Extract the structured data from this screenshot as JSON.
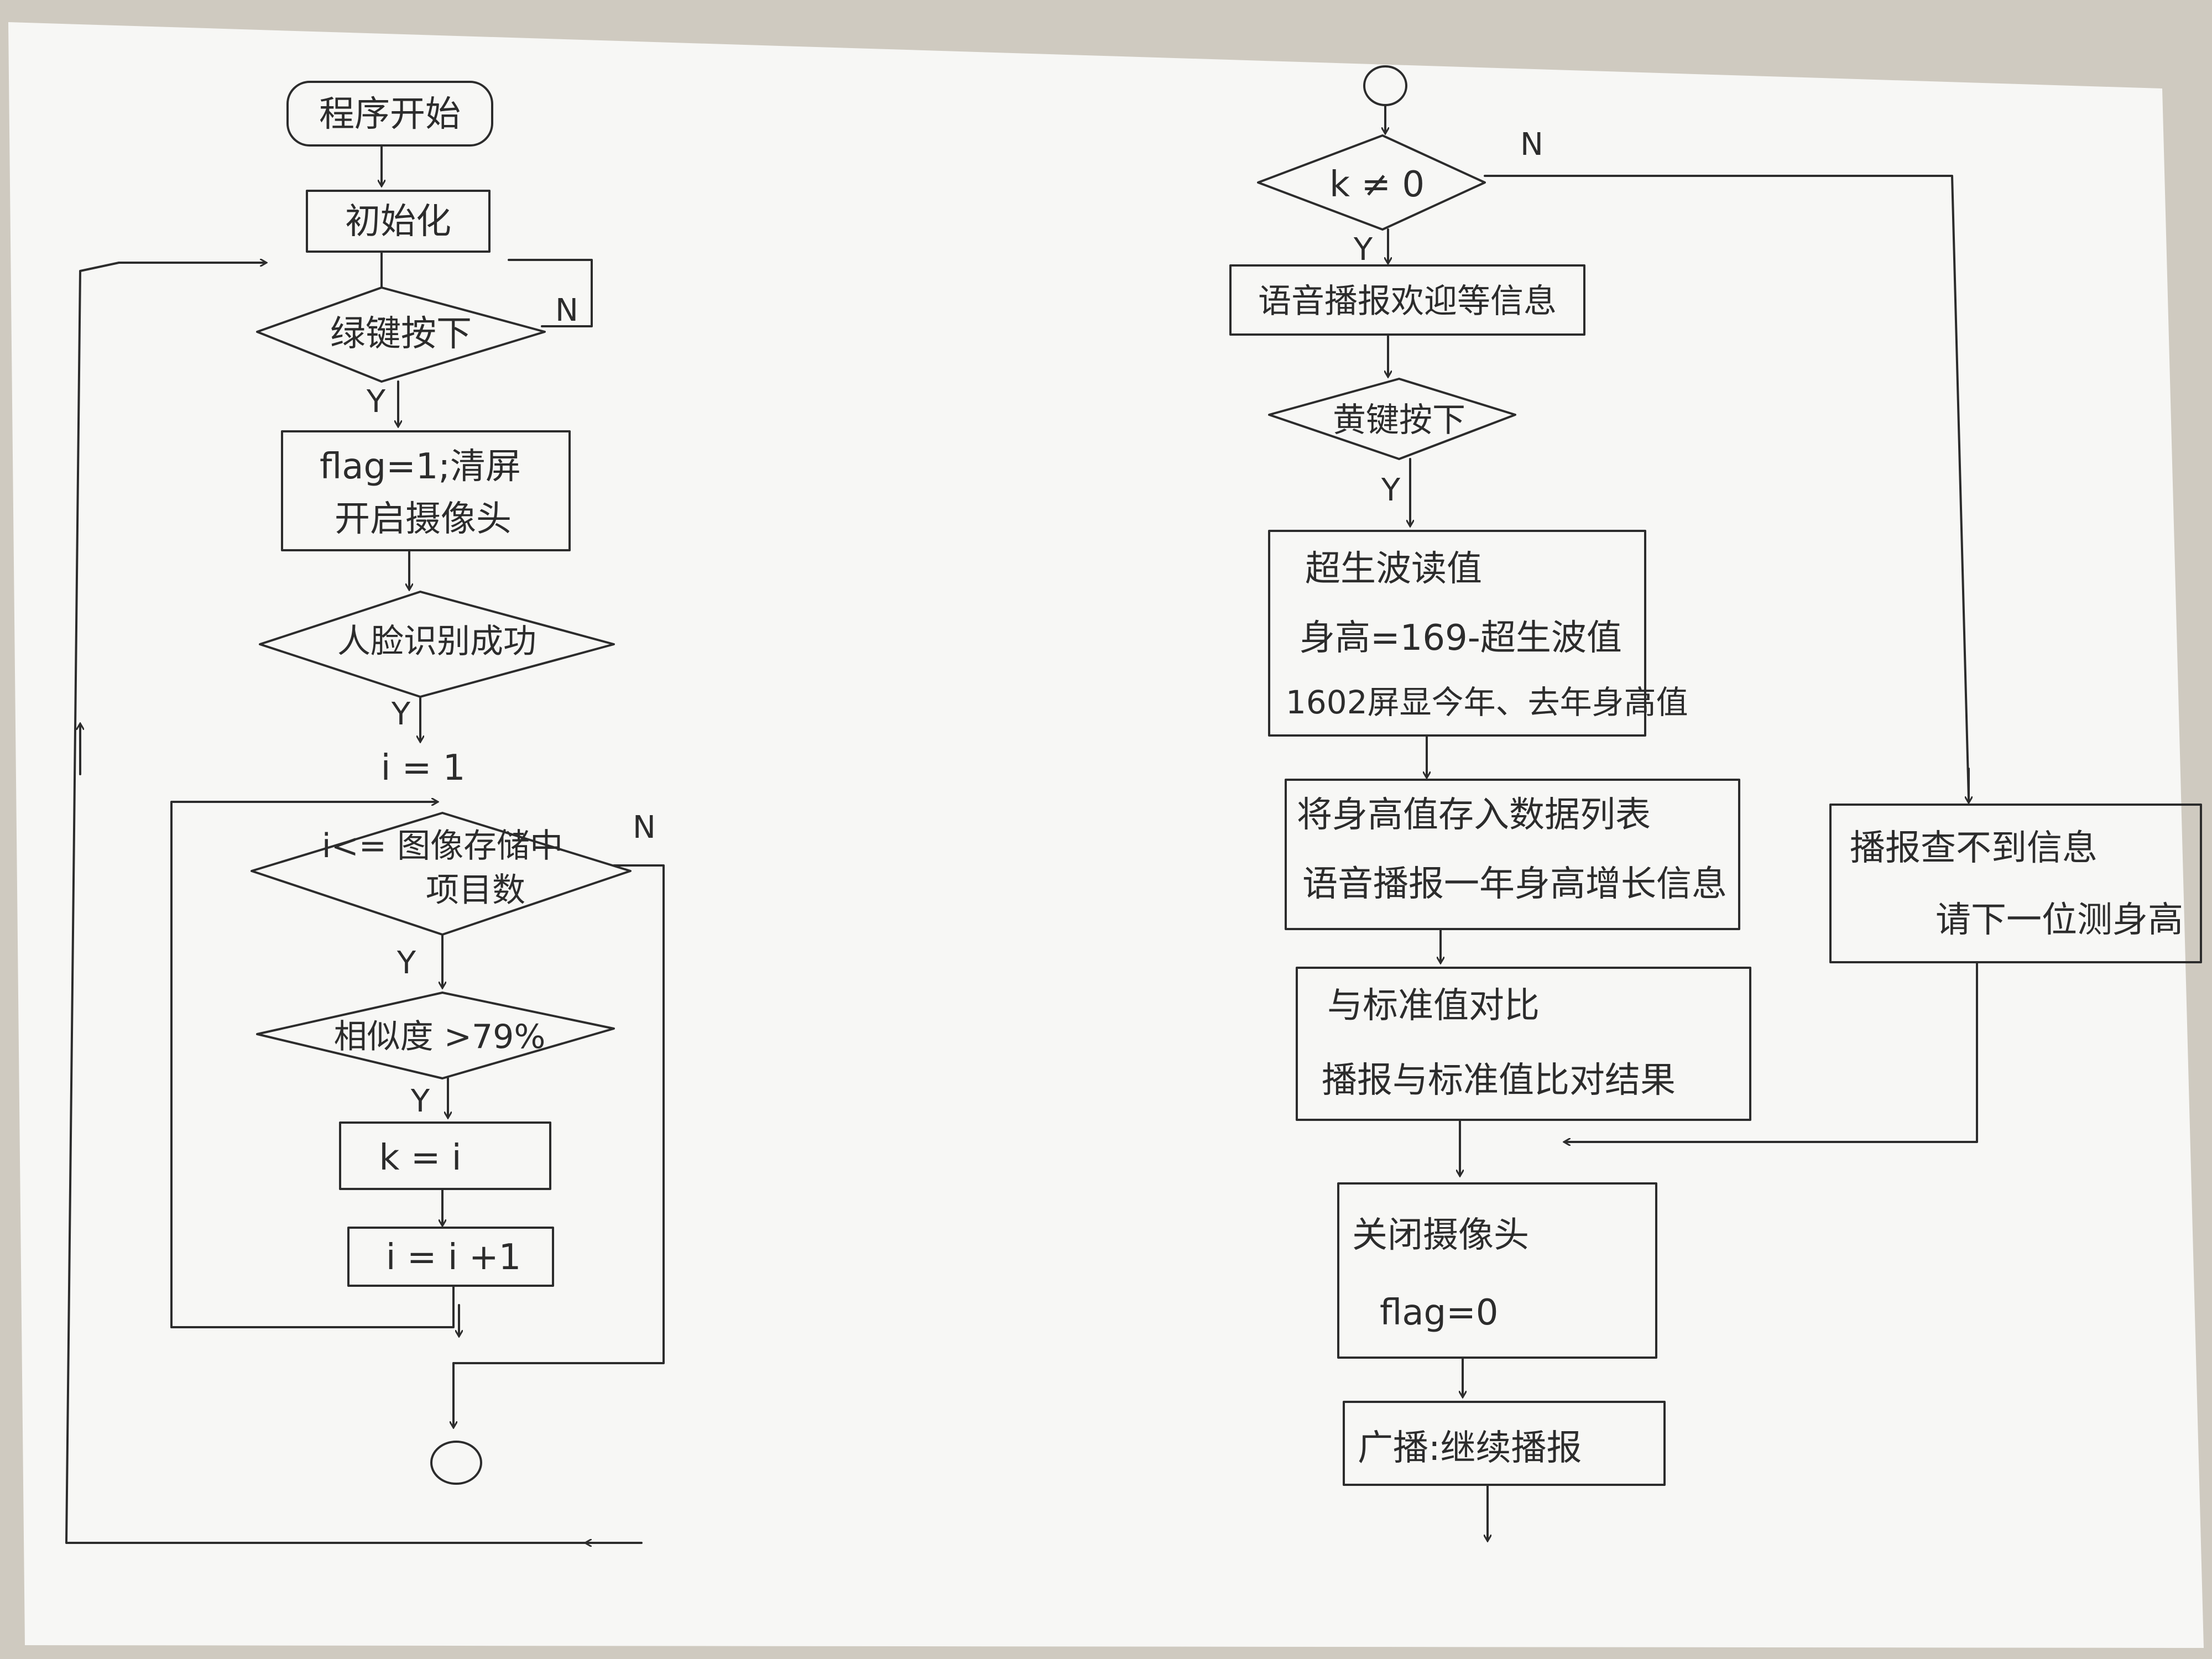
{
  "colors": {
    "ink": "#2c2c2c",
    "paper": "#f7f7f5",
    "background": "#cfcac0"
  },
  "left": {
    "start": "程序开始",
    "init": "初始化",
    "green_key": "绿键按下",
    "open_cam_1": "flag=1;清屏",
    "open_cam_2": "开启摄像头",
    "face_ok": "人脸识别成功",
    "i_init": "i = 1",
    "loop_cond_1": "i<= 图像存储中",
    "loop_cond_2": "项目数",
    "similar": "相似度 >79%",
    "k_assign": "k = i",
    "i_inc": "i = i +1",
    "y1": "Y",
    "n1": "N",
    "y2": "Y",
    "y3": "Y",
    "n3": "N",
    "y4": "Y"
  },
  "right": {
    "k_cond": "k ≠ 0",
    "welcome": "语音播报欢迎等信息",
    "yellow_key": "黄键按下",
    "measure_1": "超生波读值",
    "measure_2": "身高=169-超生波值",
    "measure_3": "1602屏显今年、去年身高值",
    "store_1": "将身高值存入数据列表",
    "store_2": "语音播报一年身高增长信息",
    "compare_1": "与标准值对比",
    "compare_2": "播报与标准值比对结果",
    "close_1": "关闭摄像头",
    "close_2": "flag=0",
    "broadcast": "广播:继续播报",
    "notfound_1": "播报查不到信息",
    "notfound_2": "请下一位测身高",
    "y_k": "Y",
    "n_k": "N",
    "y_yellow": "Y"
  }
}
